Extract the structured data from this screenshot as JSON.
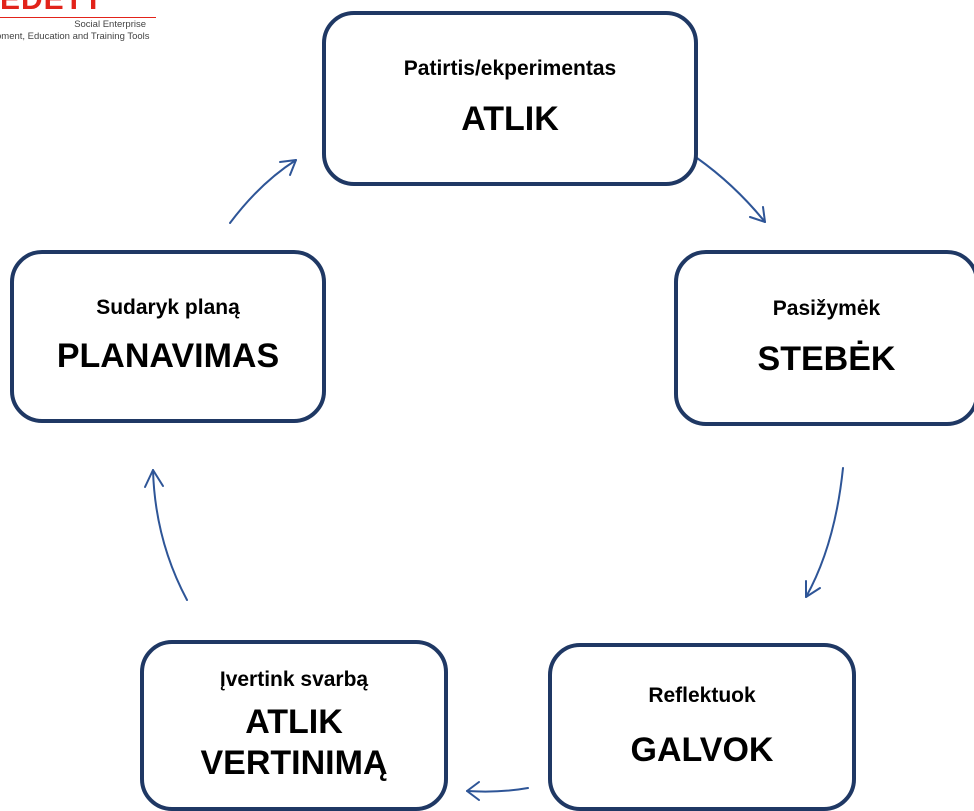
{
  "logo": {
    "mark": "EDETT",
    "line1": "Social Enterprise",
    "line2": "pment, Education and Training Tools"
  },
  "diagram": {
    "nodes": [
      {
        "id": "atlik",
        "subtitle": "Patirtis/ekperimentas",
        "title": "ATLIK"
      },
      {
        "id": "stebek",
        "subtitle": "Pasižymėk",
        "title": "STEBĖK"
      },
      {
        "id": "galvok",
        "subtitle": "Reflektuok",
        "title": "GALVOK"
      },
      {
        "id": "vertinima",
        "subtitle": "Įvertink svarbą",
        "title": "ATLIK VERTINIMĄ",
        "title_line1": "ATLIK",
        "title_line2": "VERTINIMĄ"
      },
      {
        "id": "planavimas",
        "subtitle": "Sudaryk planą",
        "title": "PLANAVIMAS"
      }
    ],
    "edges": [
      {
        "from": "atlik",
        "to": "stebek"
      },
      {
        "from": "stebek",
        "to": "galvok"
      },
      {
        "from": "galvok",
        "to": "vertinima"
      },
      {
        "from": "vertinima",
        "to": "planavimas"
      },
      {
        "from": "planavimas",
        "to": "atlik"
      }
    ],
    "colors": {
      "border": "#1f3864",
      "arrow": "#2e5597",
      "text": "#000000",
      "logo": "#e2231a"
    }
  }
}
